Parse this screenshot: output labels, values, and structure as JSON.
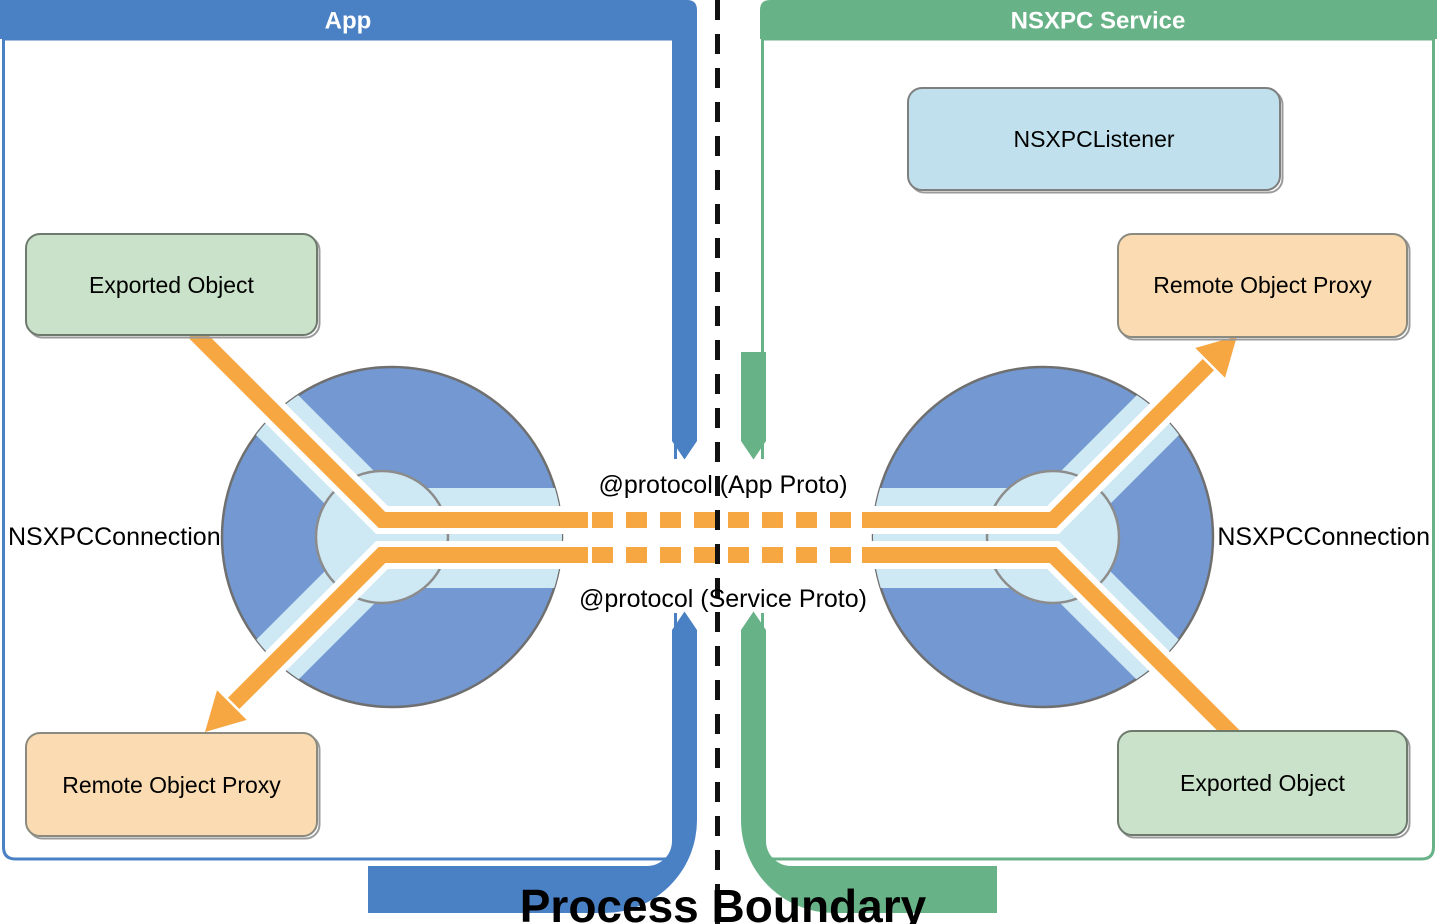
{
  "app_panel": {
    "title": "App",
    "exported_object": "Exported Object",
    "remote_object_proxy": "Remote Object Proxy",
    "connection_label": "NSXPCConnection"
  },
  "service_panel": {
    "title": "NSXPC Service",
    "listener": "NSXPCListener",
    "remote_object_proxy": "Remote Object Proxy",
    "exported_object": "Exported Object",
    "connection_label": "NSXPCConnection"
  },
  "protocol_labels": {
    "app": "@protocol (App Proto)",
    "service": "@protocol (Service Proto)"
  },
  "caption": "Process Boundary",
  "colors": {
    "app_accent": "#4a80c4",
    "service_accent": "#68b287",
    "connection_circle": "#7398d2",
    "channel": "#cfe9f4",
    "arrow_orange": "#f6a742",
    "exported_object_fill": "#c9e2c9",
    "remote_proxy_fill": "#fbdcb2",
    "listener_fill": "#bfe0ec"
  }
}
